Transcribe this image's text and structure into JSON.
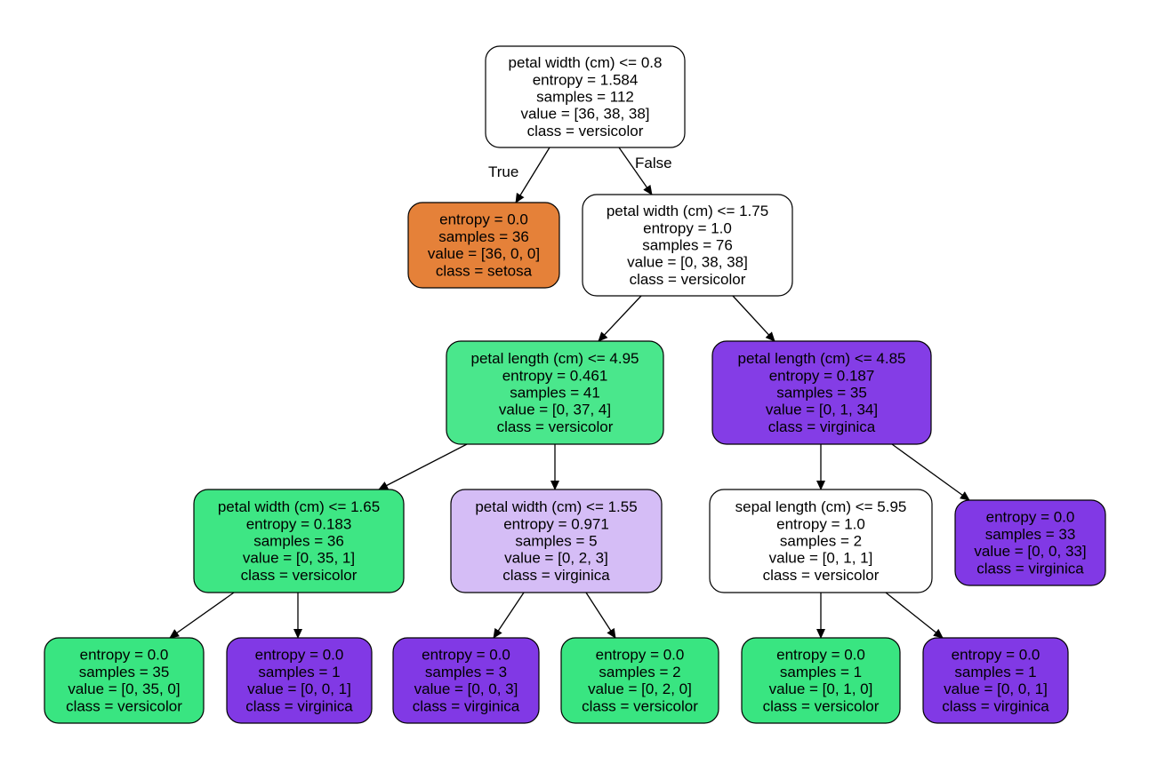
{
  "tree": {
    "edge_labels": {
      "true_label": "True",
      "false_label": "False"
    },
    "nodes": [
      {
        "id": "n0",
        "fill": "#ffffff",
        "lines": [
          "petal width (cm) <= 0.8",
          "entropy = 1.584",
          "samples = 112",
          "value = [36, 38, 38]",
          "class = versicolor"
        ]
      },
      {
        "id": "n1",
        "fill": "#e58139",
        "lines": [
          "entropy = 0.0",
          "samples = 36",
          "value = [36, 0, 0]",
          "class = setosa"
        ]
      },
      {
        "id": "n2",
        "fill": "#ffffff",
        "lines": [
          "petal width (cm) <= 1.75",
          "entropy = 1.0",
          "samples = 76",
          "value = [0, 38, 38]",
          "class = versicolor"
        ]
      },
      {
        "id": "n3",
        "fill": "#4ae78c",
        "lines": [
          "petal length (cm) <= 4.95",
          "entropy = 0.461",
          "samples = 41",
          "value = [0, 37, 4]",
          "class = versicolor"
        ]
      },
      {
        "id": "n4",
        "fill": "#843de6",
        "lines": [
          "petal length (cm) <= 4.85",
          "entropy = 0.187",
          "samples = 35",
          "value = [0, 1, 34]",
          "class = virginica"
        ]
      },
      {
        "id": "n5",
        "fill": "#3ee684",
        "lines": [
          "petal width (cm) <= 1.65",
          "entropy = 0.183",
          "samples = 36",
          "value = [0, 35, 1]",
          "class = versicolor"
        ]
      },
      {
        "id": "n6",
        "fill": "#d5bdf6",
        "lines": [
          "petal width (cm) <= 1.55",
          "entropy = 0.971",
          "samples = 5",
          "value = [0, 2, 3]",
          "class = virginica"
        ]
      },
      {
        "id": "n7",
        "fill": "#ffffff",
        "lines": [
          "sepal length (cm) <= 5.95",
          "entropy = 1.0",
          "samples = 2",
          "value = [0, 1, 1]",
          "class = versicolor"
        ]
      },
      {
        "id": "n8",
        "fill": "#8139e5",
        "lines": [
          "entropy = 0.0",
          "samples = 33",
          "value = [0, 0, 33]",
          "class = virginica"
        ]
      },
      {
        "id": "n9",
        "fill": "#39e581",
        "lines": [
          "entropy = 0.0",
          "samples = 35",
          "value = [0, 35, 0]",
          "class = versicolor"
        ]
      },
      {
        "id": "n10",
        "fill": "#8139e5",
        "lines": [
          "entropy = 0.0",
          "samples = 1",
          "value = [0, 0, 1]",
          "class = virginica"
        ]
      },
      {
        "id": "n11",
        "fill": "#8139e5",
        "lines": [
          "entropy = 0.0",
          "samples = 3",
          "value = [0, 0, 3]",
          "class = virginica"
        ]
      },
      {
        "id": "n12",
        "fill": "#39e581",
        "lines": [
          "entropy = 0.0",
          "samples = 2",
          "value = [0, 2, 0]",
          "class = versicolor"
        ]
      },
      {
        "id": "n13",
        "fill": "#39e581",
        "lines": [
          "entropy = 0.0",
          "samples = 1",
          "value = [0, 1, 0]",
          "class = versicolor"
        ]
      },
      {
        "id": "n14",
        "fill": "#8139e5",
        "lines": [
          "entropy = 0.0",
          "samples = 1",
          "value = [0, 0, 1]",
          "class = virginica"
        ]
      }
    ],
    "edges": [
      {
        "from": "n0",
        "to": "n1"
      },
      {
        "from": "n0",
        "to": "n2"
      },
      {
        "from": "n2",
        "to": "n3"
      },
      {
        "from": "n2",
        "to": "n4"
      },
      {
        "from": "n3",
        "to": "n5"
      },
      {
        "from": "n3",
        "to": "n6"
      },
      {
        "from": "n4",
        "to": "n7"
      },
      {
        "from": "n4",
        "to": "n8"
      },
      {
        "from": "n5",
        "to": "n9"
      },
      {
        "from": "n5",
        "to": "n10"
      },
      {
        "from": "n6",
        "to": "n11"
      },
      {
        "from": "n6",
        "to": "n12"
      },
      {
        "from": "n7",
        "to": "n13"
      },
      {
        "from": "n7",
        "to": "n14"
      }
    ]
  }
}
